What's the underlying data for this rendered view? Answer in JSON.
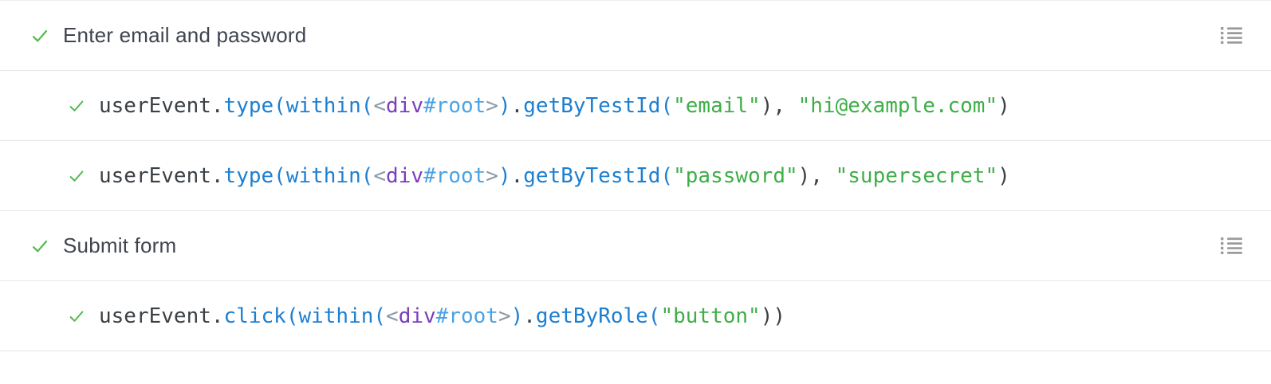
{
  "colors": {
    "check_green": "#53b94e",
    "string_green": "#3eae48",
    "fn_blue": "#1d7fd1",
    "id_blue": "#4aa2e5",
    "tag_purple": "#7a3dbd",
    "bracket_gray": "#8c9aa6",
    "plain_dark": "#3b4045",
    "label_dark": "#3f4450",
    "icon_gray": "#9b9b9b",
    "border_gray": "#e7e7e7"
  },
  "rows": [
    {
      "kind": "step",
      "label": "Enter email and password",
      "status_icon": "check-icon",
      "action_icon": "list-icon"
    },
    {
      "kind": "command",
      "status_icon": "check-icon",
      "tokens": [
        {
          "text": "userEvent.",
          "style": "plain"
        },
        {
          "text": "type(within(",
          "style": "fn"
        },
        {
          "text": "<",
          "style": "bracket"
        },
        {
          "text": "div",
          "style": "tag"
        },
        {
          "text": "#root",
          "style": "id"
        },
        {
          "text": ">",
          "style": "bracket"
        },
        {
          "text": ")",
          "style": "fn"
        },
        {
          "text": ".",
          "style": "plain"
        },
        {
          "text": "getByTestId(",
          "style": "fn"
        },
        {
          "text": "\"email\"",
          "style": "string"
        },
        {
          "text": "), ",
          "style": "plain"
        },
        {
          "text": "\"hi@example.com\"",
          "style": "string"
        },
        {
          "text": ")",
          "style": "plain"
        }
      ]
    },
    {
      "kind": "command",
      "status_icon": "check-icon",
      "tokens": [
        {
          "text": "userEvent.",
          "style": "plain"
        },
        {
          "text": "type(within(",
          "style": "fn"
        },
        {
          "text": "<",
          "style": "bracket"
        },
        {
          "text": "div",
          "style": "tag"
        },
        {
          "text": "#root",
          "style": "id"
        },
        {
          "text": ">",
          "style": "bracket"
        },
        {
          "text": ")",
          "style": "fn"
        },
        {
          "text": ".",
          "style": "plain"
        },
        {
          "text": "getByTestId(",
          "style": "fn"
        },
        {
          "text": "\"password\"",
          "style": "string"
        },
        {
          "text": "), ",
          "style": "plain"
        },
        {
          "text": "\"supersecret\"",
          "style": "string"
        },
        {
          "text": ")",
          "style": "plain"
        }
      ]
    },
    {
      "kind": "step",
      "label": "Submit form",
      "status_icon": "check-icon",
      "action_icon": "list-icon"
    },
    {
      "kind": "command",
      "status_icon": "check-icon",
      "tokens": [
        {
          "text": "userEvent.",
          "style": "plain"
        },
        {
          "text": "click(within(",
          "style": "fn"
        },
        {
          "text": "<",
          "style": "bracket"
        },
        {
          "text": "div",
          "style": "tag"
        },
        {
          "text": "#root",
          "style": "id"
        },
        {
          "text": ">",
          "style": "bracket"
        },
        {
          "text": ")",
          "style": "fn"
        },
        {
          "text": ".",
          "style": "plain"
        },
        {
          "text": "getByRole(",
          "style": "fn"
        },
        {
          "text": "\"button\"",
          "style": "string"
        },
        {
          "text": "))",
          "style": "plain"
        }
      ]
    }
  ]
}
